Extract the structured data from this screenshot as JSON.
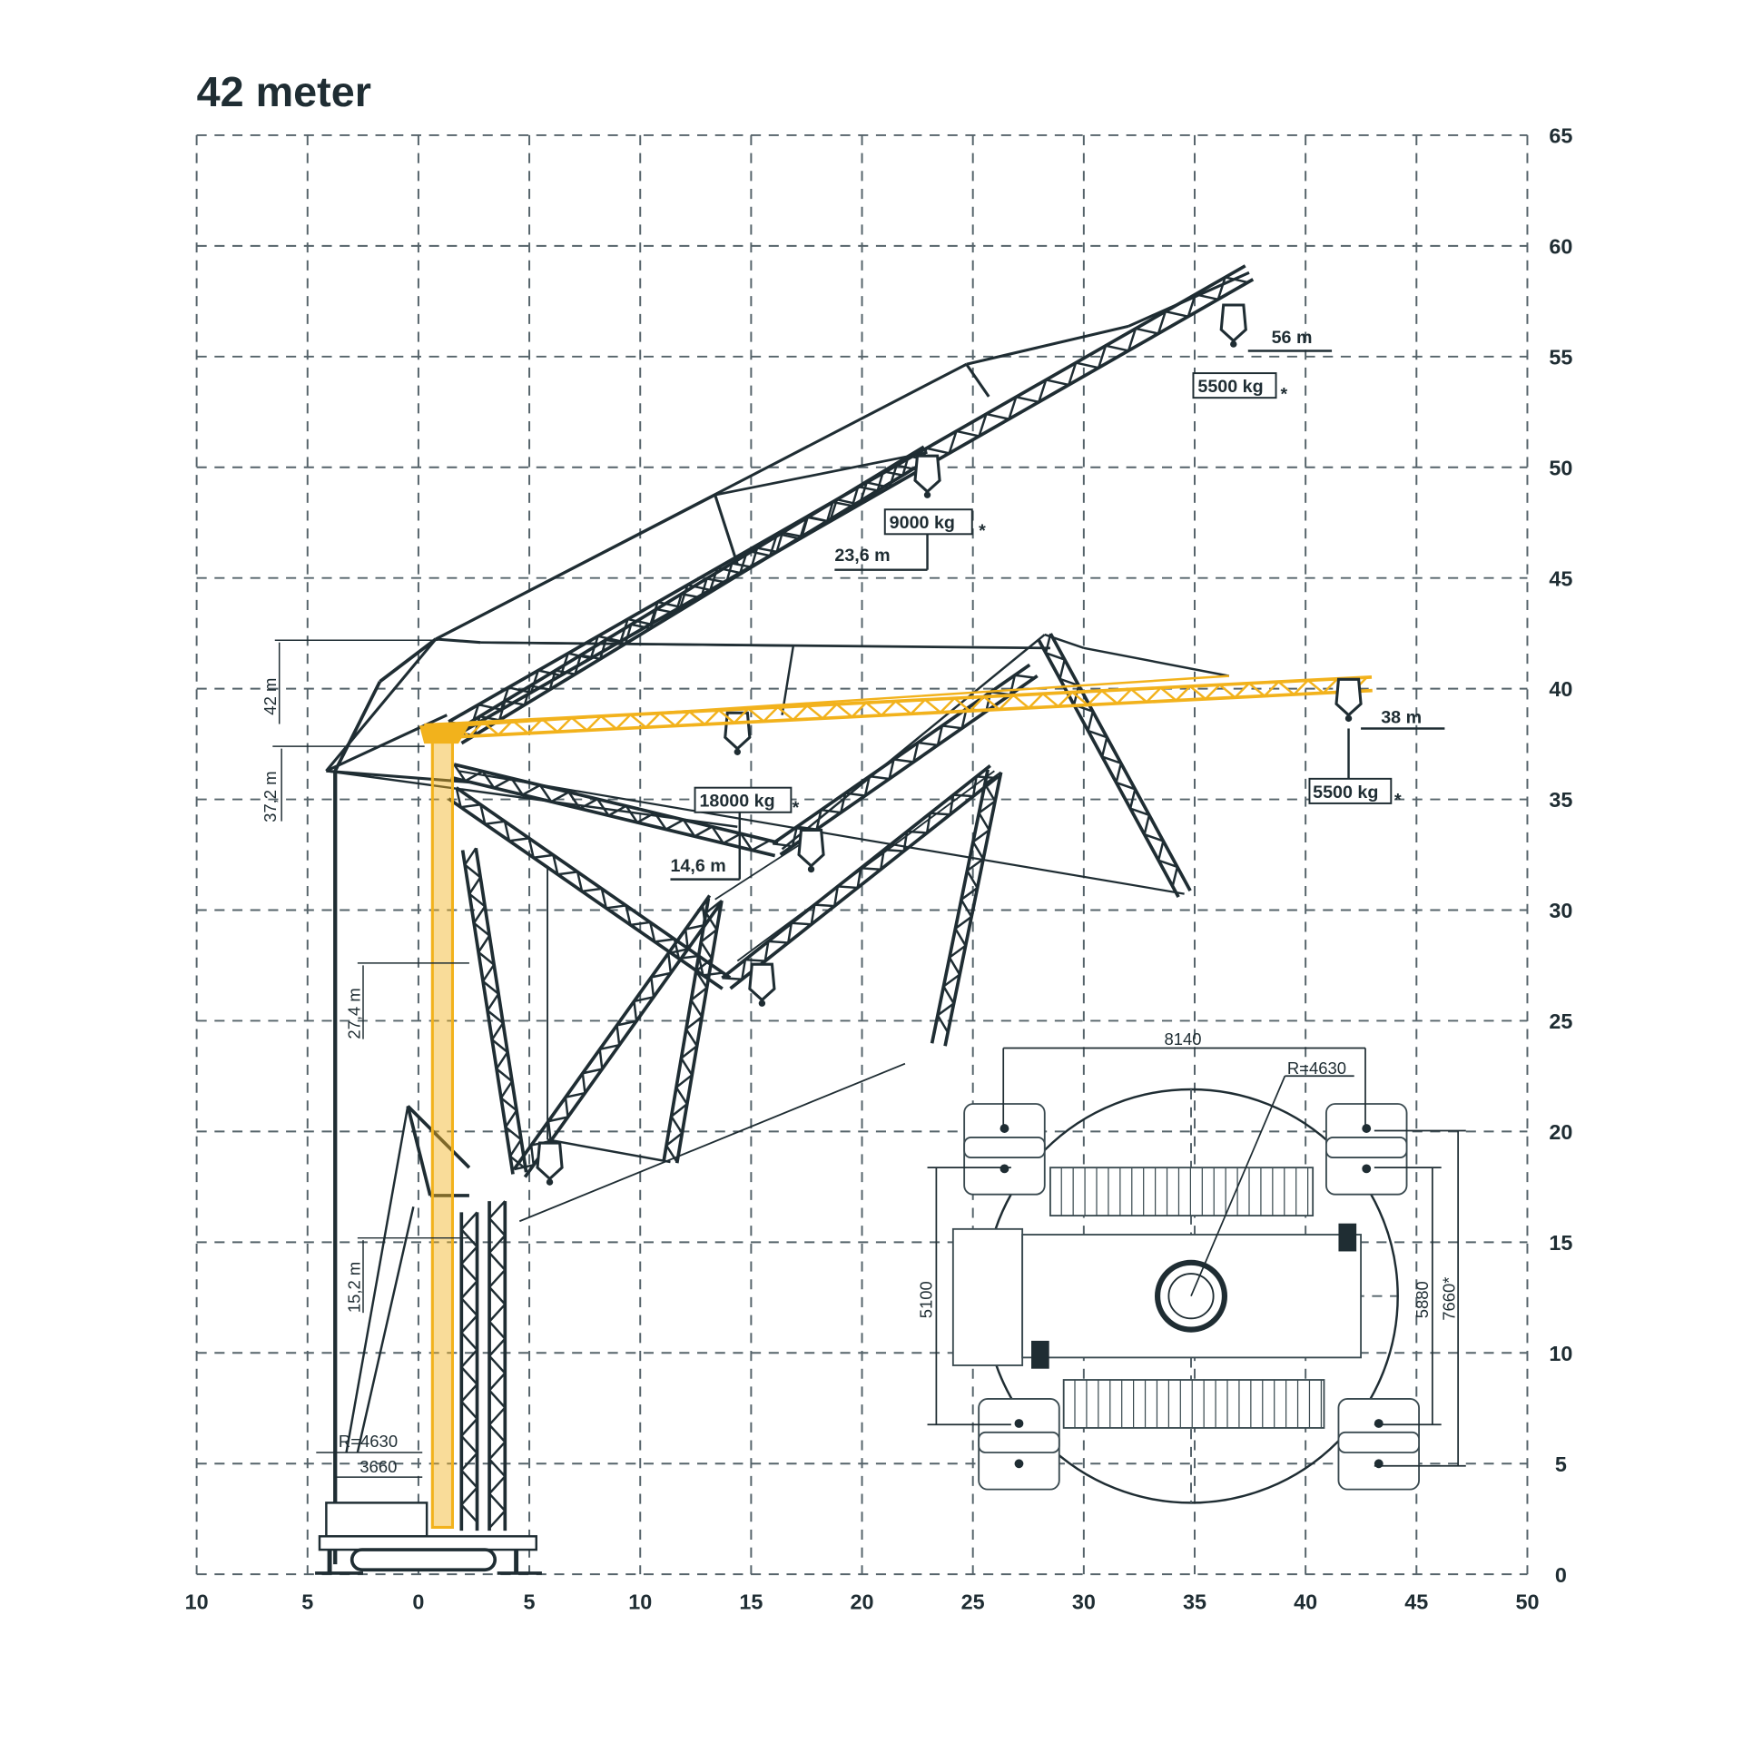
{
  "title": "42 meter",
  "colors": {
    "structure": "#1f2d33",
    "highlight": "#f2b21c",
    "grid": "#55636a"
  },
  "x_axis": {
    "ticks": [
      "10",
      "5",
      "0",
      "5",
      "10",
      "15",
      "20",
      "25",
      "30",
      "35",
      "40",
      "45",
      "50"
    ]
  },
  "y_axis": {
    "ticks": [
      "0",
      "5",
      "10",
      "15",
      "20",
      "25",
      "30",
      "35",
      "40",
      "45",
      "50",
      "55",
      "60",
      "65"
    ]
  },
  "loads": [
    {
      "radius": "56 m",
      "load": "5500 kg",
      "note": "*"
    },
    {
      "radius": "23,6 m",
      "load": "9000 kg",
      "note": "*"
    },
    {
      "radius": "14,6 m",
      "load": "18000 kg",
      "note": "*"
    },
    {
      "radius": "38 m",
      "load": "5500 kg",
      "note": "*"
    }
  ],
  "heights": {
    "h1": "42 m",
    "h2": "37,2 m",
    "h3": "27,4 m",
    "h4": "15,2 m"
  },
  "base": {
    "radius": "R=4630",
    "width": "3660"
  },
  "top_view": {
    "span": "8140",
    "radius": "R=4630",
    "d1": "5100",
    "d2": "5880",
    "d3": "7660*"
  }
}
